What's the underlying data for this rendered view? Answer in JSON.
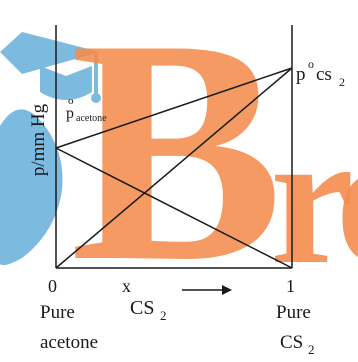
{
  "watermark": {
    "letters": [
      "B",
      "r",
      "e"
    ],
    "primary_color": "#f48c4c",
    "logo_color": "#6fb3dd"
  },
  "y_axis": {
    "label": "p/mm Hg",
    "pure_acetone_vapour_pressure": {
      "base": "p",
      "sup": "o",
      "sub": "acetone"
    }
  },
  "x_axis": {
    "origin_label": "0",
    "end_label": "1",
    "variable": "x",
    "component": {
      "base": "CS",
      "sub": "2"
    },
    "arrow_icon": "right-arrow-icon"
  },
  "end_labels": {
    "left": {
      "line1": "Pure",
      "line2": "acetone"
    },
    "right": {
      "line1": "Pure",
      "line2_base": "CS",
      "line2_sub": "2"
    }
  },
  "pure_cs2_vapour_pressure": {
    "base": "p",
    "sup": "o",
    "main": "cs",
    "sub": "2"
  },
  "colors": {
    "axis": "#1a1a1a",
    "watermark": "#f48c4c",
    "logo": "#6fb3dd"
  }
}
